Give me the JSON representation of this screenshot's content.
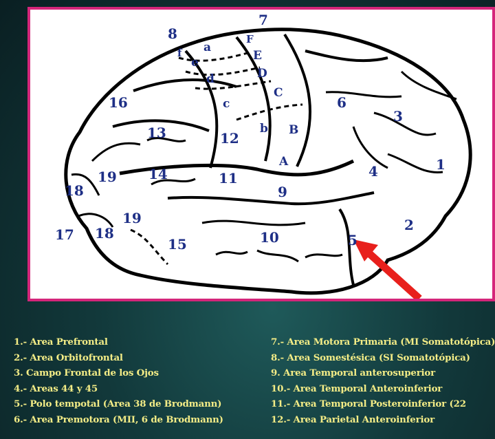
{
  "diagram": {
    "areas": [
      "1",
      "2",
      "3",
      "4",
      "5",
      "6",
      "7",
      "8",
      "9",
      "10",
      "11",
      "12",
      "13",
      "14",
      "15",
      "16",
      "17",
      "18",
      "19"
    ],
    "subdivisions": [
      "A",
      "B",
      "C",
      "D",
      "E",
      "F",
      "a",
      "b",
      "c",
      "d",
      "e",
      "f"
    ],
    "colors": {
      "frame": "#d4267a",
      "labels": "#1e2f86",
      "arrow": "#e8201c",
      "legend_text": "#f3ec86",
      "background": "#12393b"
    }
  },
  "legend": {
    "left": [
      "1.- Area Prefrontal",
      "2.- Area Orbitofrontal",
      "3. Campo Frontal de los Ojos",
      "4.- Areas 44 y 45",
      "5.- Polo tempotal (Area 38 de Brodmann)",
      "6.- Area Premotora (MII, 6 de Brodmann)"
    ],
    "right": [
      "7.- Area Motora Primaria (MI Somatotópica)",
      "8.- Area Somestésica (SI Somatotópica)",
      "9.   Area Temporal anterosuperior",
      "10.- Area Temporal Anteroinferior",
      "11.- Area Temporal Posteroinferior (22",
      "12.- Area Parietal Anteroinferior"
    ]
  }
}
